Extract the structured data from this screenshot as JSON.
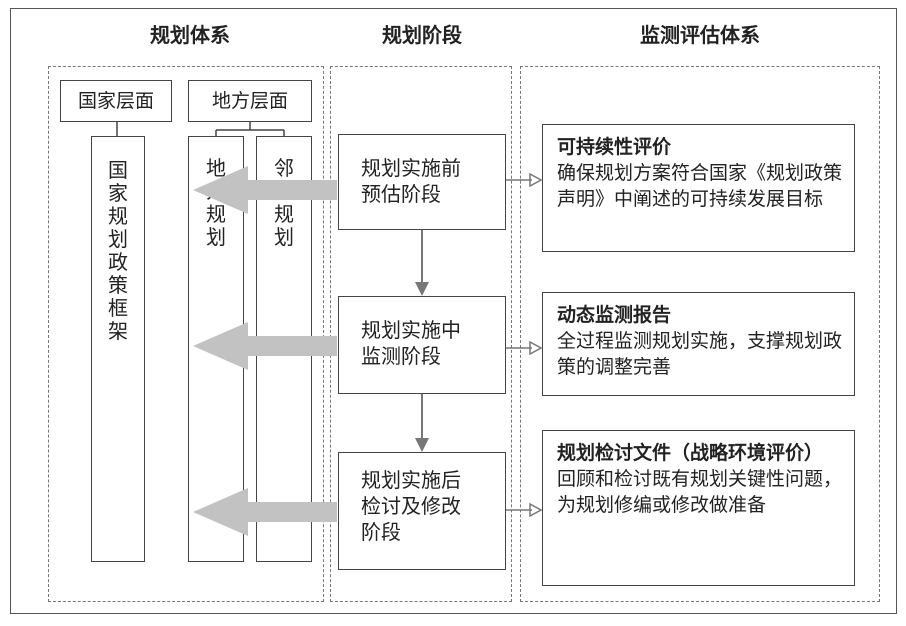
{
  "columns": {
    "system": "规划体系",
    "stage": "规划阶段",
    "monitor": "监测评估体系"
  },
  "levels": {
    "national": "国家层面",
    "local": "地方层面"
  },
  "vertical": {
    "national_framework": "国家规划政策框架",
    "local_plan": "地方规划",
    "neighborhood_plan": "邻里规划"
  },
  "stages": [
    {
      "label": "规划实施前\n预估阶段"
    },
    {
      "label": "规划实施中\n监测阶段"
    },
    {
      "label": "规划实施后\n检讨及修改\n阶段"
    }
  ],
  "evaluations": [
    {
      "title": "可持续性评价",
      "desc": "确保规划方案符合国家《规划政策声明》中阐述的可持续发展目标"
    },
    {
      "title": "动态监测报告",
      "desc": "全过程监测规划实施，支撑规划政策的调整完善"
    },
    {
      "title": "规划检讨文件（战略环境评价）",
      "desc": "回顾和检讨既有规划关键性问题，为规划修编或修改做准备"
    }
  ],
  "colors": {
    "arrow_fill": "#c2c2c2",
    "line": "#444444",
    "small_arrow": "#777777"
  }
}
